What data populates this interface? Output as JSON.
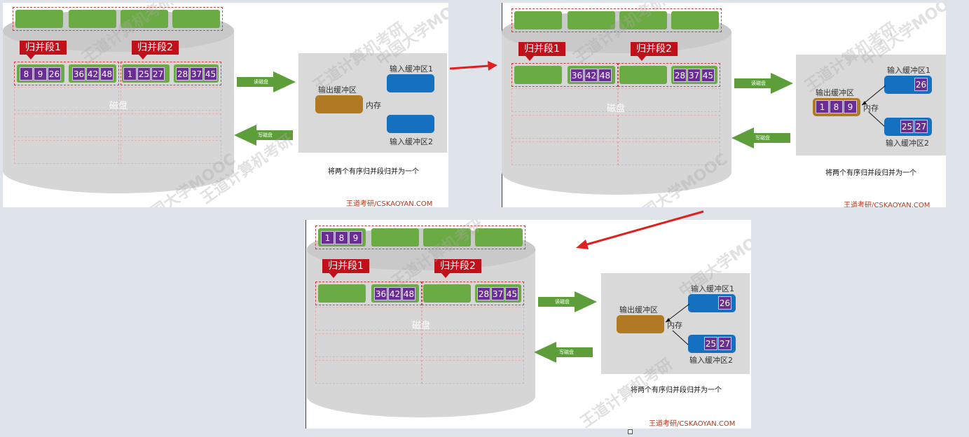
{
  "labels": {
    "segment1": "归并段1",
    "segment2": "归并段2",
    "disk": "磁盘",
    "memory": "内存",
    "output_buffer": "输出缓冲区",
    "input_buffer1": "输入缓冲区1",
    "input_buffer2": "输入缓冲区2",
    "read_disk": "读磁盘",
    "write_disk": "写磁盘",
    "caption": "将两个有序归并段归并为一个",
    "brand": "王道考研/CSKAOYAN.COM",
    "watermark1": "中国大学MOOC",
    "watermark2": "王道计算机考研"
  },
  "panel1": {
    "seg1": [
      "8",
      "9",
      "26",
      "36",
      "42",
      "48"
    ],
    "seg2": [
      "1",
      "25",
      "27",
      "28",
      "37",
      "45"
    ]
  },
  "panel2": {
    "seg1": [
      "36",
      "42",
      "48"
    ],
    "seg2": [
      "28",
      "37",
      "45"
    ],
    "input1": [
      "26"
    ],
    "input2": [
      "25",
      "27"
    ],
    "output": [
      "1",
      "8",
      "9"
    ]
  },
  "panel3": {
    "top": [
      "1",
      "8",
      "9"
    ],
    "seg1": [
      "36",
      "42",
      "48"
    ],
    "seg2": [
      "28",
      "37",
      "45"
    ],
    "input1": [
      "26"
    ],
    "input2": [
      "25",
      "27"
    ]
  },
  "colors": {
    "green": "#6aab43",
    "purple": "#6a2d96",
    "red_label": "#c0101a",
    "blue_buffer": "#1570c0",
    "brown_buffer": "#b07a25",
    "arrow_green": "#5e9e3a",
    "arrow_red": "#e02020"
  }
}
